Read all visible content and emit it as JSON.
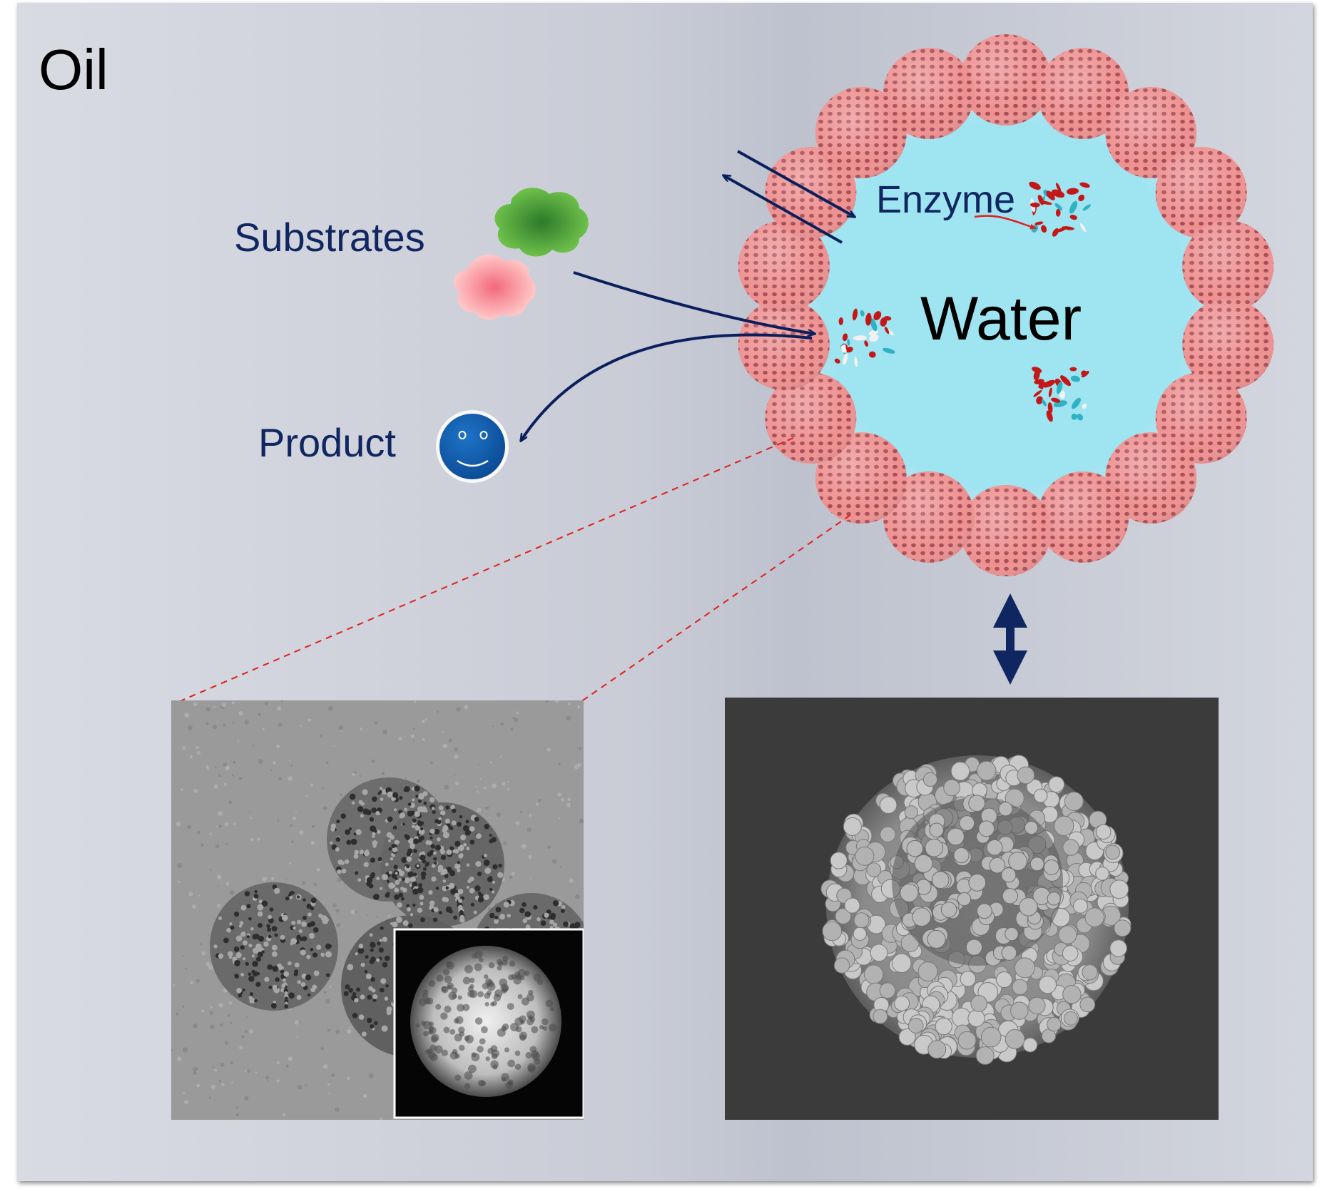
{
  "labels": {
    "oil": "Oil",
    "water": "Water",
    "enzyme": "Enzyme",
    "substrates": "Substrates",
    "product": "Product"
  },
  "icons": {
    "substrate_1": "green-substrate-blob-icon",
    "substrate_2": "pink-substrate-blob-icon",
    "product": "smiley-face-icon",
    "enzyme": "protein-structure-icon",
    "particle": "mesoporous-silica-sphere-icon"
  },
  "colors": {
    "label_text": "#102660",
    "arrow": "#0b1f5c",
    "water": "#9fe4f1",
    "particle": "#ec8a8a",
    "dashed_line": "#e0201c"
  }
}
